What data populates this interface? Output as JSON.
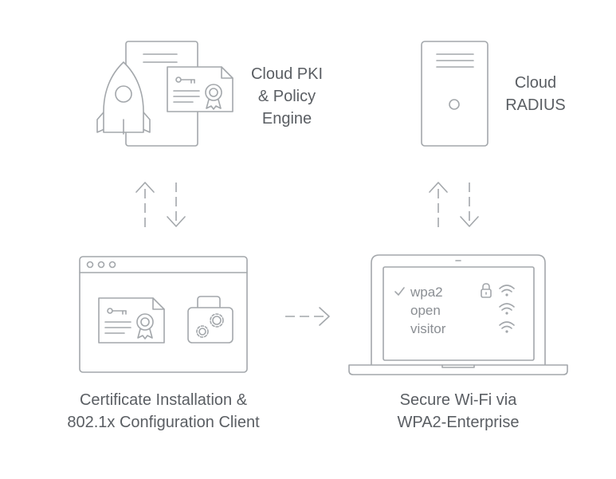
{
  "nodes": {
    "pki": {
      "line1": "Cloud PKI",
      "line2": "& Policy",
      "line3": "Engine"
    },
    "radius": {
      "line1": "Cloud",
      "line2": "RADIUS"
    },
    "client": {
      "line1": "Certificate Installation &",
      "line2": "802.1x Configuration Client"
    },
    "wifi": {
      "line1": "Secure Wi-Fi via",
      "line2": "WPA2-Enterprise"
    }
  },
  "networks": [
    {
      "name": "wpa2",
      "selected": true,
      "locked": true
    },
    {
      "name": "open",
      "selected": false,
      "locked": false
    },
    {
      "name": "visitor",
      "selected": false,
      "locked": false
    }
  ],
  "colors": {
    "stroke": "#a3a7ab",
    "text": "#5a5e63"
  },
  "icons": [
    "rocket-icon",
    "certificate-icon",
    "server-tower-icon",
    "browser-window-icon",
    "toolbox-gears-icon",
    "laptop-icon",
    "lock-icon",
    "wifi-icon",
    "checkmark-icon"
  ]
}
